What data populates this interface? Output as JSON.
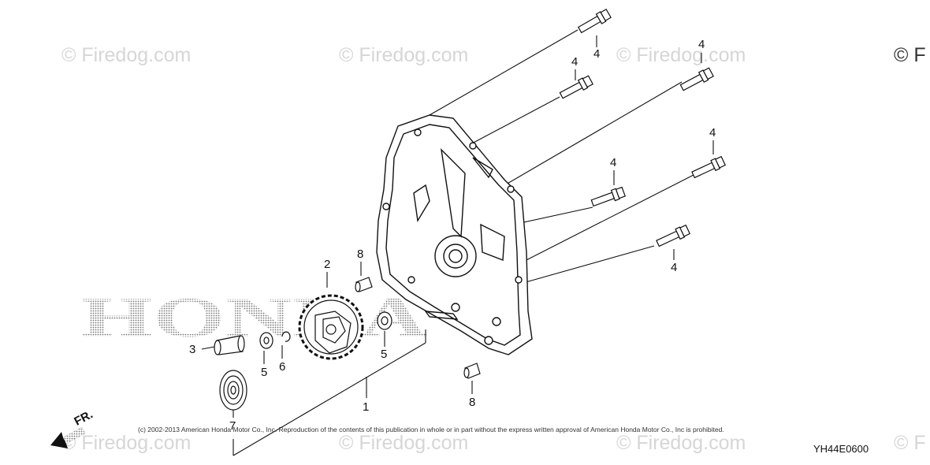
{
  "watermarks": [
    "© Firedog.com",
    "© Firedog.com",
    "© Firedog.com",
    "© F",
    "© Firedog.com",
    "© Firedog.com",
    "© Firedog.com",
    "© F"
  ],
  "logo_text": "HONDA",
  "callouts": {
    "bolt_top": "4",
    "bolt_upper_left": "4",
    "bolt_upper_right": "4",
    "bolt_mid_right": "4",
    "bolt_mid": "4",
    "bolt_lower": "4",
    "gear": "2",
    "dowel_upper": "8",
    "shaft": "3",
    "washer_left": "5",
    "clip": "6",
    "washer_right": "5",
    "bearing": "7",
    "cover_assembly": "1",
    "dowel_lower": "8"
  },
  "direction_label": "FR.",
  "copyright_text": "(c) 2002-2013 American Honda Motor Co., Inc. Reproduction of the contents of this publication in whole or in part without the express written approval of American Honda Motor Co., Inc is prohibited.",
  "diagram_code": "YH44E0600"
}
